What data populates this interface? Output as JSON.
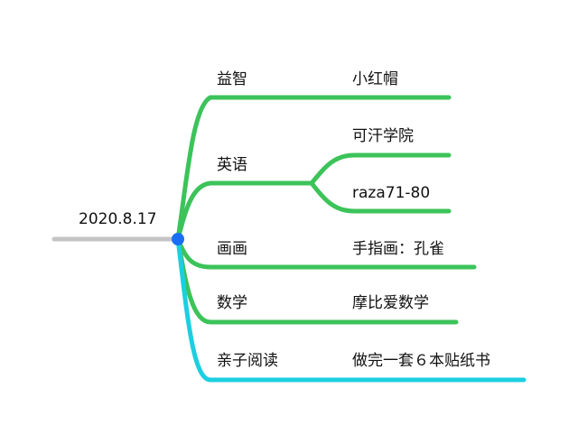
{
  "root": {
    "label": "2020.8.17"
  },
  "colors": {
    "trunk": "#c4c4c4",
    "branch": "#3cc35a",
    "last_branch": "#1ccfe0",
    "root_dot": "#1a6ef5"
  },
  "branches": [
    {
      "label": "益智",
      "children": [
        "小红帽"
      ]
    },
    {
      "label": "英语",
      "children": [
        "可汗学院",
        "raza71-80"
      ]
    },
    {
      "label": "画画",
      "children": [
        "手指画：孔雀"
      ]
    },
    {
      "label": "数学",
      "children": [
        "摩比爱数学"
      ]
    },
    {
      "label": "亲子阅读",
      "children": [
        "做完一套６本贴纸书"
      ]
    }
  ]
}
